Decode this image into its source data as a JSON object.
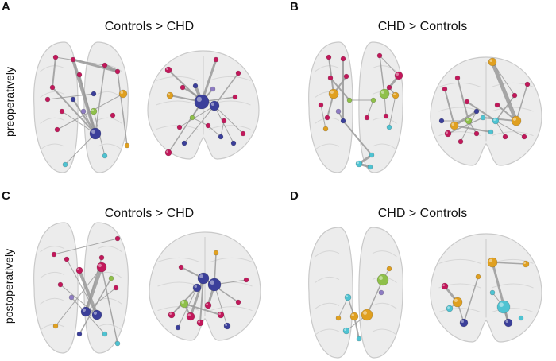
{
  "panels": [
    {
      "letter": "A",
      "title": "Controls > CHD"
    },
    {
      "letter": "B",
      "title": "CHD > Controls"
    },
    {
      "letter": "C",
      "title": "Controls > CHD"
    },
    {
      "letter": "D",
      "title": "CHD > Controls"
    }
  ],
  "row_labels": [
    "preoperatively",
    "postoperatively"
  ],
  "colors": {
    "brain_fill": "#ebebeb",
    "brain_outline": "#c4c4c4",
    "edge": "#9a9a9a",
    "node_crimson": "#c2185b",
    "node_navy": "#3b3f9a",
    "node_gold": "#e0a020",
    "node_lime": "#8fc04a",
    "node_cyan": "#4fc3d2",
    "node_orange": "#d9663a",
    "node_purple": "#8e7cc3"
  }
}
